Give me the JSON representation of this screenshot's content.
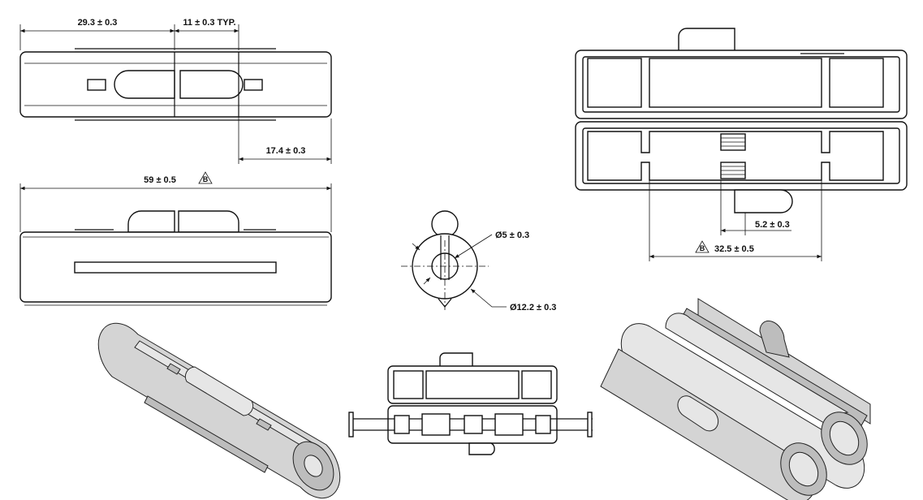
{
  "dimensions": {
    "d_29_3": "29.3 ± 0.3",
    "d_11_typ": "11 ± 0.3 TYP.",
    "d_17_4": "17.4 ± 0.3",
    "d_59": "59 ± 0.5",
    "d_5_2": "5.2 ± 0.3",
    "d_32_5": "32.5 ± 0.5",
    "d_dia5": "Ø5 ± 0.3",
    "d_dia12_2": "Ø12.2 ± 0.3"
  },
  "datum": {
    "letter": "B"
  },
  "colors": {
    "line": "#111111",
    "shade": "#d4d4d4",
    "background": "#ffffff"
  }
}
